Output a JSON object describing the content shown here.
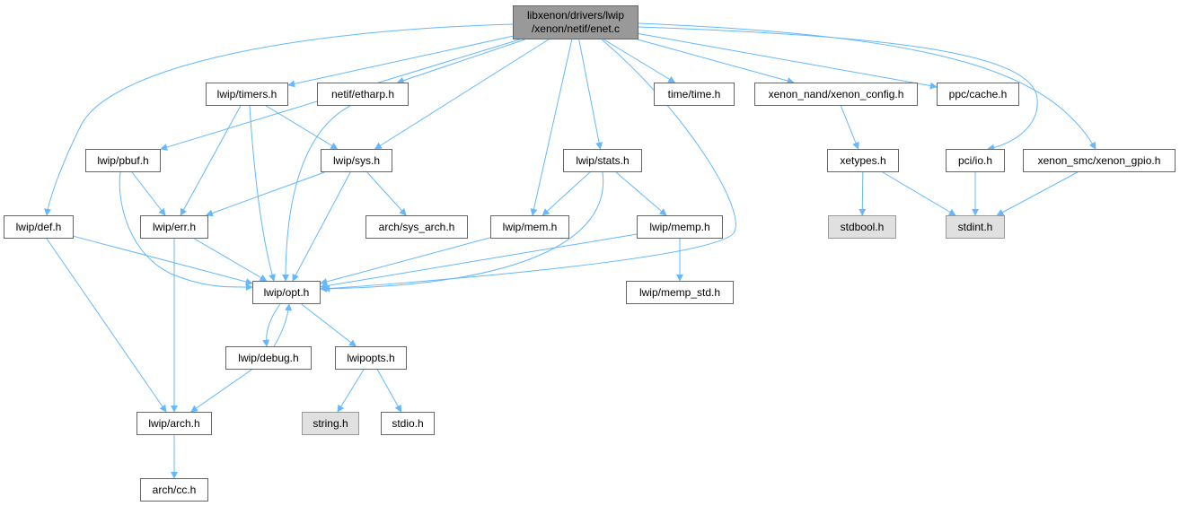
{
  "graph": {
    "edge_color": "#63b8ff",
    "nodes": [
      {
        "id": "enet",
        "label": "libxenon/drivers/lwip\n/xenon/netif/enet.c",
        "style": "root"
      },
      {
        "id": "timers",
        "label": "lwip/timers.h",
        "style": "normal"
      },
      {
        "id": "etharp",
        "label": "netif/etharp.h",
        "style": "normal"
      },
      {
        "id": "time",
        "label": "time/time.h",
        "style": "normal"
      },
      {
        "id": "xconfig",
        "label": "xenon_nand/xenon_config.h",
        "style": "normal"
      },
      {
        "id": "cache",
        "label": "ppc/cache.h",
        "style": "normal"
      },
      {
        "id": "pbuf",
        "label": "lwip/pbuf.h",
        "style": "normal"
      },
      {
        "id": "sys",
        "label": "lwip/sys.h",
        "style": "normal"
      },
      {
        "id": "stats",
        "label": "lwip/stats.h",
        "style": "normal"
      },
      {
        "id": "xetypes",
        "label": "xetypes.h",
        "style": "normal"
      },
      {
        "id": "pciio",
        "label": "pci/io.h",
        "style": "normal"
      },
      {
        "id": "gpio",
        "label": "xenon_smc/xenon_gpio.h",
        "style": "normal"
      },
      {
        "id": "def",
        "label": "lwip/def.h",
        "style": "normal"
      },
      {
        "id": "err",
        "label": "lwip/err.h",
        "style": "normal"
      },
      {
        "id": "sysarch",
        "label": "arch/sys_arch.h",
        "style": "normal"
      },
      {
        "id": "mem",
        "label": "lwip/mem.h",
        "style": "normal"
      },
      {
        "id": "memp",
        "label": "lwip/memp.h",
        "style": "normal"
      },
      {
        "id": "stdbool",
        "label": "stdbool.h",
        "style": "ext"
      },
      {
        "id": "stdint",
        "label": "stdint.h",
        "style": "ext"
      },
      {
        "id": "opt",
        "label": "lwip/opt.h",
        "style": "normal"
      },
      {
        "id": "mempstd",
        "label": "lwip/memp_std.h",
        "style": "normal"
      },
      {
        "id": "debug",
        "label": "lwip/debug.h",
        "style": "normal"
      },
      {
        "id": "lwipopts",
        "label": "lwipopts.h",
        "style": "normal"
      },
      {
        "id": "arch",
        "label": "lwip/arch.h",
        "style": "normal"
      },
      {
        "id": "stringh",
        "label": "string.h",
        "style": "ext"
      },
      {
        "id": "stdio",
        "label": "stdio.h",
        "style": "normal"
      },
      {
        "id": "cc",
        "label": "arch/cc.h",
        "style": "normal"
      }
    ],
    "edges": [
      [
        "enet",
        "timers"
      ],
      [
        "enet",
        "etharp"
      ],
      [
        "enet",
        "time"
      ],
      [
        "enet",
        "xconfig"
      ],
      [
        "enet",
        "cache"
      ],
      [
        "enet",
        "pbuf"
      ],
      [
        "enet",
        "sys"
      ],
      [
        "enet",
        "stats"
      ],
      [
        "enet",
        "pciio"
      ],
      [
        "enet",
        "gpio"
      ],
      [
        "enet",
        "def"
      ],
      [
        "enet",
        "mem"
      ],
      [
        "enet",
        "opt"
      ],
      [
        "timers",
        "err"
      ],
      [
        "timers",
        "sys"
      ],
      [
        "timers",
        "opt"
      ],
      [
        "etharp",
        "opt"
      ],
      [
        "xconfig",
        "xetypes"
      ],
      [
        "pbuf",
        "err"
      ],
      [
        "pbuf",
        "opt"
      ],
      [
        "sys",
        "err"
      ],
      [
        "sys",
        "opt"
      ],
      [
        "sys",
        "sysarch"
      ],
      [
        "stats",
        "mem"
      ],
      [
        "stats",
        "memp"
      ],
      [
        "stats",
        "opt"
      ],
      [
        "xetypes",
        "stdbool"
      ],
      [
        "xetypes",
        "stdint"
      ],
      [
        "pciio",
        "stdint"
      ],
      [
        "gpio",
        "stdint"
      ],
      [
        "def",
        "opt"
      ],
      [
        "def",
        "arch"
      ],
      [
        "err",
        "opt"
      ],
      [
        "err",
        "arch"
      ],
      [
        "mem",
        "opt"
      ],
      [
        "memp",
        "opt"
      ],
      [
        "memp",
        "mempstd"
      ],
      [
        "opt",
        "debug"
      ],
      [
        "opt",
        "lwipopts"
      ],
      [
        "debug",
        "opt"
      ],
      [
        "debug",
        "arch"
      ],
      [
        "lwipopts",
        "stringh"
      ],
      [
        "lwipopts",
        "stdio"
      ],
      [
        "arch",
        "cc"
      ]
    ]
  }
}
